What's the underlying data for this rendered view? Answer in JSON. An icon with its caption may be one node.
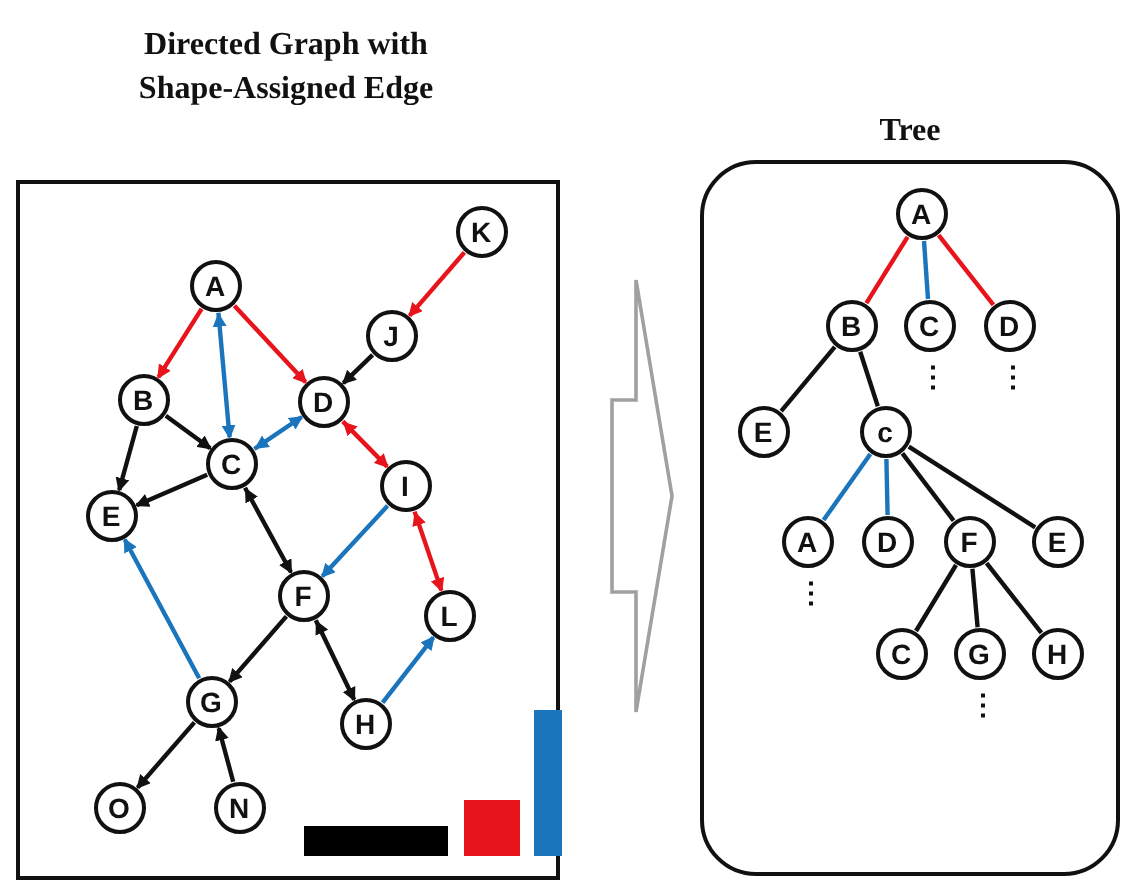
{
  "diagram": {
    "nodes": [
      {
        "text": [
          "Directed Graph with Shape-Assigned Edge"
        ]
      },
      {
        "text": [
          "A"
        ],
        "in": 0
      },
      {
        "text": [
          "K"
        ],
        "in": 0
      },
      {
        "text": [
          "J"
        ],
        "in": 0
      },
      {
        "text": [
          "B"
        ],
        "in": 0
      },
      {
        "text": [
          "D"
        ],
        "in": 0
      },
      {
        "text": [
          "C"
        ],
        "in": 0
      },
      {
        "text": [
          "E"
        ],
        "in": 0
      },
      {
        "text": [
          "I"
        ],
        "in": 0
      },
      {
        "text": [
          "F"
        ],
        "in": 0
      },
      {
        "text": [
          "L"
        ],
        "in": 0
      },
      {
        "text": [
          "G"
        ],
        "in": 0
      },
      {
        "text": [
          "H"
        ],
        "in": 0
      },
      {
        "text": [
          "O"
        ],
        "in": 0
      },
      {
        "text": [
          "N"
        ],
        "in": 0
      },
      {
        "text": [
          "Tree"
        ]
      },
      {
        "text": [
          "A"
        ],
        "in": 15
      },
      {
        "text": [
          "B"
        ],
        "in": 15
      },
      {
        "text": [
          "C"
        ],
        "in": 15,
        "beside": [
          "⋮"
        ]
      },
      {
        "text": [
          "D"
        ],
        "in": 15,
        "beside": [
          "⋮"
        ]
      },
      {
        "text": [
          "E"
        ],
        "in": 15
      },
      {
        "text": [
          "c"
        ],
        "in": 15
      },
      {
        "text": [
          "A"
        ],
        "in": 15,
        "beside": [
          "⋮"
        ]
      },
      {
        "text": [
          "D"
        ],
        "in": 15
      },
      {
        "text": [
          "F"
        ],
        "in": 15
      },
      {
        "text": [
          "E"
        ],
        "in": 15
      },
      {
        "text": [
          "C"
        ],
        "in": 15
      },
      {
        "text": [
          "G"
        ],
        "in": 15,
        "beside": [
          "⋮"
        ]
      },
      {
        "text": [
          "H"
        ],
        "in": 15
      }
    ],
    "edges": [
      {
        "from": 1,
        "to": 4,
        "arrow": "to",
        "color": "#e8141b"
      },
      {
        "from": 1,
        "to": 6,
        "arrow": "both",
        "color": "#1b75bc"
      },
      {
        "from": 1,
        "to": 5,
        "arrow": "to",
        "color": "#e8141b"
      },
      {
        "from": 2,
        "to": 3,
        "arrow": "to",
        "color": "#e8141b"
      },
      {
        "from": 3,
        "to": 5,
        "arrow": "to"
      },
      {
        "from": 4,
        "to": 7,
        "arrow": "to"
      },
      {
        "from": 4,
        "to": 6,
        "arrow": "to"
      },
      {
        "from": 6,
        "to": 7,
        "arrow": "to"
      },
      {
        "from": 6,
        "to": 5,
        "arrow": "both",
        "color": "#1b75bc"
      },
      {
        "from": 5,
        "to": 8,
        "arrow": "both",
        "color": "#e8141b"
      },
      {
        "from": 6,
        "to": 9,
        "arrow": "both"
      },
      {
        "from": 8,
        "to": 9,
        "arrow": "to",
        "color": "#1b75bc"
      },
      {
        "from": 8,
        "to": 10,
        "arrow": "both",
        "color": "#e8141b"
      },
      {
        "from": 9,
        "to": 12,
        "arrow": "both"
      },
      {
        "from": 12,
        "to": 10,
        "arrow": "to",
        "color": "#1b75bc"
      },
      {
        "from": 11,
        "to": 7,
        "arrow": "to",
        "color": "#1b75bc"
      },
      {
        "from": 9,
        "to": 11,
        "arrow": "to"
      },
      {
        "from": 11,
        "to": 13,
        "arrow": "to"
      },
      {
        "from": 14,
        "to": 11,
        "arrow": "to"
      },
      {
        "from": 0,
        "to": 15,
        "arrow": "to",
        "color": "#a0a0a0"
      },
      {
        "from": 16,
        "to": 17,
        "arrow": "none",
        "color": "#e8141b"
      },
      {
        "from": 16,
        "to": 18,
        "arrow": "none",
        "color": "#1b75bc"
      },
      {
        "from": 16,
        "to": 19,
        "arrow": "none",
        "color": "#e8141b"
      },
      {
        "from": 17,
        "to": 20,
        "arrow": "none"
      },
      {
        "from": 17,
        "to": 21,
        "arrow": "none"
      },
      {
        "from": 21,
        "to": 22,
        "arrow": "none",
        "color": "#1b75bc"
      },
      {
        "from": 21,
        "to": 23,
        "arrow": "none",
        "color": "#1b75bc"
      },
      {
        "from": 21,
        "to": 24,
        "arrow": "none"
      },
      {
        "from": 21,
        "to": 25,
        "arrow": "none"
      },
      {
        "from": 24,
        "to": 26,
        "arrow": "none"
      },
      {
        "from": 24,
        "to": 27,
        "arrow": "none"
      },
      {
        "from": 24,
        "to": 28,
        "arrow": "none"
      }
    ]
  }
}
